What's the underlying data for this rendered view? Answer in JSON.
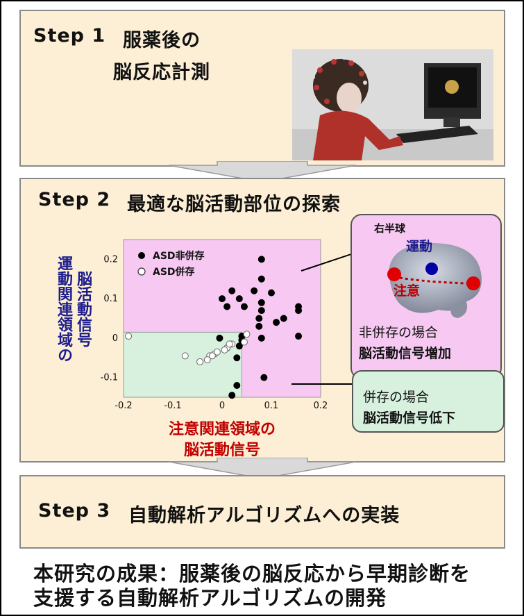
{
  "step1": {
    "label": "Step 1",
    "title_line1": "服薬後の",
    "title_line2": "脳反応計測"
  },
  "step2": {
    "label": "Step 2",
    "title": "最適な脳活動部位の探索"
  },
  "step3": {
    "label": "Step 3",
    "title": "自動解析アルゴリズムへの実装"
  },
  "plot": {
    "ylabel_line1": "運動関連領域の",
    "ylabel_line2": "脳活動信号",
    "xlabel_line1": "注意関連領域の",
    "xlabel_line2": "脳活動信号",
    "legend_filled": "ASD非併存",
    "legend_open": "ASD併存",
    "x_ticks": [
      "-0.2",
      "-0.1",
      "0",
      "0.1",
      "0.2"
    ],
    "y_ticks": [
      "0.2",
      "0.1",
      "0",
      "-0.1"
    ]
  },
  "chart_data": {
    "type": "scatter",
    "xlim": [
      -0.2,
      0.2
    ],
    "ylim": [
      -0.15,
      0.25
    ],
    "x_ticks": [
      -0.2,
      -0.1,
      0,
      0.1,
      0.2
    ],
    "y_ticks": [
      0.2,
      0.1,
      0,
      -0.1
    ],
    "series": [
      {
        "name": "ASD非併存",
        "marker": "filled",
        "points": [
          [
            0.08,
            0.2
          ],
          [
            0.08,
            0.15
          ],
          [
            0.02,
            0.12
          ],
          [
            0.065,
            0.12
          ],
          [
            0.08,
            0.09
          ],
          [
            0.1,
            0.115
          ],
          [
            0.035,
            0.1
          ],
          [
            0,
            0.1
          ],
          [
            0.01,
            0.08
          ],
          [
            0.045,
            0.08
          ],
          [
            0.08,
            0.07
          ],
          [
            0.155,
            0.08
          ],
          [
            0.155,
            0.07
          ],
          [
            0.125,
            0.05
          ],
          [
            0.11,
            0.04
          ],
          [
            0.075,
            0.05
          ],
          [
            0.075,
            0.03
          ],
          [
            0.08,
            0
          ],
          [
            0.04,
            0.005
          ],
          [
            0.04,
            -0.005
          ],
          [
            0.155,
            0.005
          ],
          [
            0.035,
            -0.02
          ],
          [
            0.01,
            -0.025
          ],
          [
            0.03,
            -0.05
          ],
          [
            -0.005,
            0
          ],
          [
            0.085,
            -0.1
          ],
          [
            0.03,
            -0.12
          ],
          [
            0.02,
            -0.145
          ]
        ]
      },
      {
        "name": "ASD併存",
        "marker": "open",
        "points": [
          [
            -0.19,
            0.005
          ],
          [
            0.05,
            0.01
          ],
          [
            0.045,
            -0.01
          ],
          [
            0.02,
            -0.015
          ],
          [
            0.01,
            -0.025
          ],
          [
            0.005,
            -0.03
          ],
          [
            -0.015,
            -0.04
          ],
          [
            -0.025,
            -0.045
          ],
          [
            -0.03,
            -0.055
          ],
          [
            -0.02,
            -0.045
          ],
          [
            -0.01,
            -0.035
          ],
          [
            -0.075,
            -0.045
          ],
          [
            -0.045,
            -0.06
          ],
          [
            0.015,
            -0.015
          ]
        ]
      }
    ]
  },
  "brain_panel": {
    "hemisphere": "右半球",
    "motor_label": "運動",
    "attention_label": "注意",
    "case_label": "非併存の場合",
    "case_effect": "脳活動信号増加"
  },
  "comorbid_panel": {
    "case_label": "併存の場合",
    "case_effect": "脳活動信号低下"
  },
  "result": {
    "line1": "本研究の成果：服薬後の脳反応から早期診断を",
    "line2": "支援する自動解析アルゴリズムの開発"
  },
  "colors": {
    "step_bg": "#fcefd5",
    "pink": "#f7c9f2",
    "green": "#d7f1de",
    "blue_text": "#1d1c8c",
    "red_text": "#c00000"
  }
}
